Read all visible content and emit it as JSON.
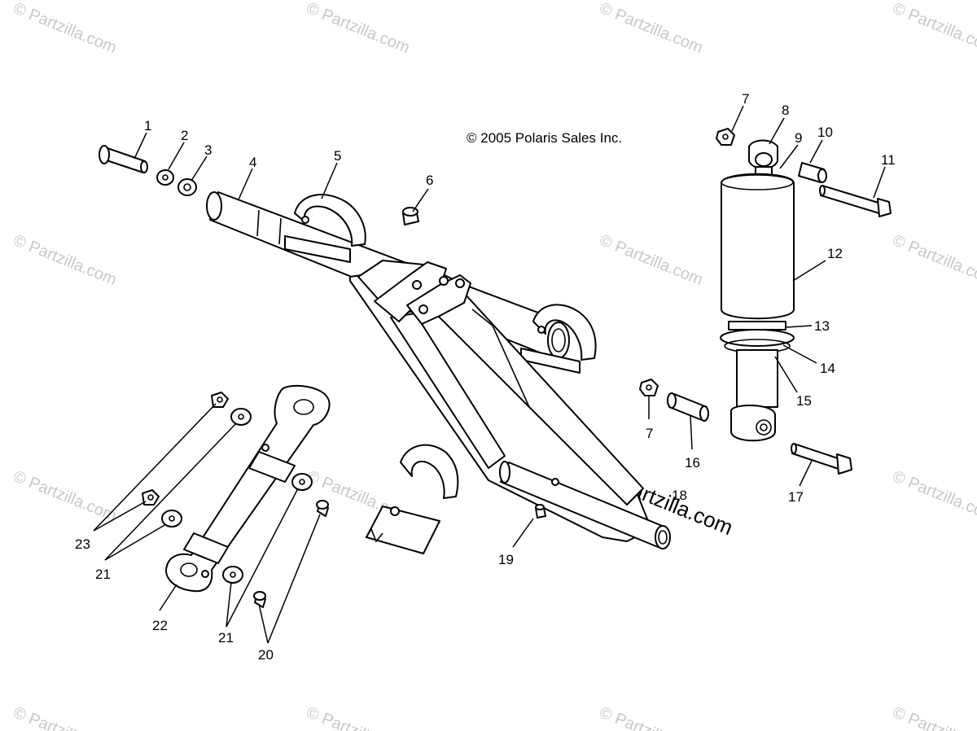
{
  "copyright": "© 2005 Polaris Sales Inc.",
  "watermark": "© Partzilla.com",
  "watermark_large": "© Partzilla.com",
  "callouts": [
    "1",
    "2",
    "3",
    "4",
    "5",
    "6",
    "7",
    "8",
    "9",
    "10",
    "11",
    "12",
    "13",
    "14",
    "15",
    "7",
    "16",
    "17",
    "18",
    "19",
    "20",
    "21",
    "21",
    "22",
    "23"
  ],
  "colors": {
    "line": "#000000",
    "background": "#ffffff",
    "watermark": "#c8c8c8"
  }
}
